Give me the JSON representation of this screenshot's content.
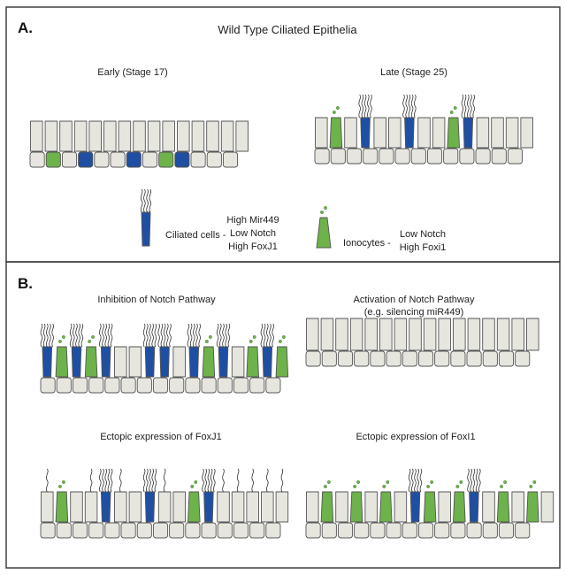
{
  "panel_a": {
    "letter": "A.",
    "title": "Wild Type Ciliated Epithelia",
    "early_label": "Early (Stage 17)",
    "late_label": "Late (Stage 25)"
  },
  "legend": {
    "ciliated_label": "Ciliated cells -",
    "ciliated_lines": [
      "High Mir449",
      "Low Notch",
      "High FoxJ1"
    ],
    "ionocyte_label": "Ionocytes -",
    "ionocyte_lines": [
      "Low Notch",
      "High Foxi1"
    ]
  },
  "panel_b": {
    "letter": "B.",
    "inhibition_label": "Inhibition of Notch Pathway",
    "activation_label": "Activation of Notch Pathway",
    "activation_sublabel": "(e.g. silencing miR449)",
    "foxj1_label": "Ectopic expression of FoxJ1",
    "foxi1_label": "Ectopic expression of FoxI1"
  },
  "colors": {
    "ciliated": "#1f4fa3",
    "ionocyte": "#6db24a",
    "neutral": "#e6e6df",
    "outline": "#555555",
    "frame": "#333333"
  },
  "icons": [
    "ciliated-cell-icon",
    "ionocyte-icon"
  ]
}
